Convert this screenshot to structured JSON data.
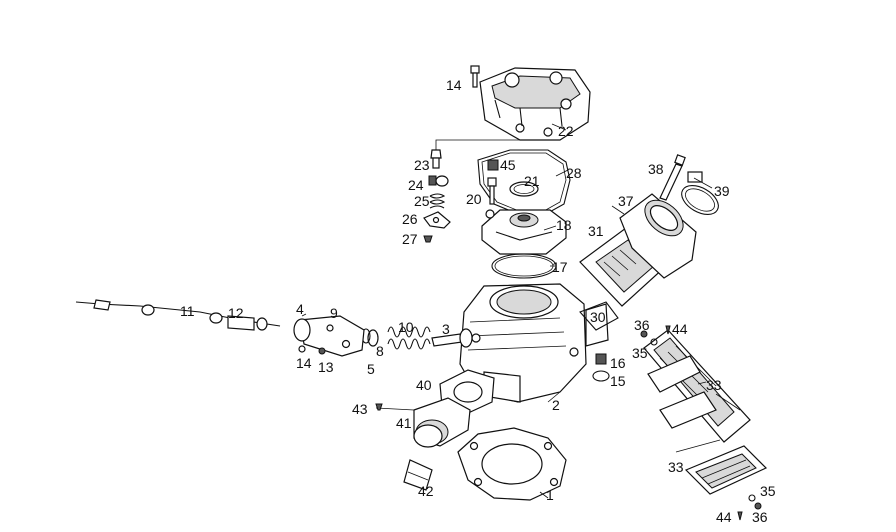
{
  "diagram": {
    "labels": {
      "p1": "1",
      "p2": "2",
      "p3": "3",
      "p4": "4",
      "p5": "5",
      "p8": "8",
      "p9": "9",
      "p10": "10",
      "p11": "11",
      "p12": "12",
      "p13": "13",
      "p14a": "14",
      "p14b": "14",
      "p15": "15",
      "p16": "16",
      "p17": "17",
      "p18": "18",
      "p20": "20",
      "p21": "21",
      "p22": "22",
      "p23": "23",
      "p24": "24",
      "p25": "25",
      "p26": "26",
      "p27": "27",
      "p28": "28",
      "p30": "30",
      "p31": "31",
      "p33a": "33",
      "p33b": "33",
      "p35a": "35",
      "p35b": "35",
      "p36a": "36",
      "p36b": "36",
      "p37": "37",
      "p38": "38",
      "p39": "39",
      "p40": "40",
      "p41": "41",
      "p42": "42",
      "p43": "43",
      "p44a": "44",
      "p44b": "44",
      "p45": "45"
    }
  }
}
